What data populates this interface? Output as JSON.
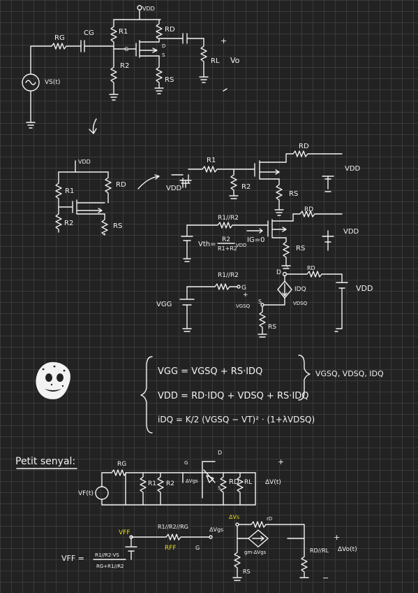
{
  "colors": {
    "background": "#222222",
    "grid": "#3a3a3a",
    "ink": "#f2f2f2",
    "highlight": "#e6d91a"
  },
  "top_circuit": {
    "vdd": "VDD",
    "rg": "RG",
    "cg": "CG",
    "r1": "R1",
    "r2": "R2",
    "rd": "RD",
    "rs": "RS",
    "rl": "RL",
    "g": "G",
    "d": "D",
    "s": "S",
    "vo": "Vo",
    "plus": "+",
    "vs": "VS(t)"
  },
  "dc_circuit": {
    "vdd": "VDD",
    "r1": "R1",
    "r2": "R2",
    "rd": "RD",
    "rs": "RS"
  },
  "dc_split": {
    "vdd_left": "VDD",
    "vdd_right": "VDD",
    "r1": "R1",
    "r2": "R2",
    "rd": "RD",
    "rs": "RS"
  },
  "thevenin": {
    "r1r2": "R1//R2",
    "vth": "Vth=",
    "vth_num": "R2",
    "vth_den": "R1+R2",
    "vth_vdd": "VDD",
    "ig": "IG=0",
    "rd": "RD",
    "rs": "RS",
    "vdd": "VDD"
  },
  "dc_model": {
    "r1r2": "R1//R2",
    "g": "G",
    "d": "D",
    "s": "S",
    "vgg": "VGG",
    "vgsq": "VGSQ",
    "idq": "IDQ",
    "vdsq": "VDSQ",
    "rd": "RD",
    "rs": "RS",
    "vdd": "VDD",
    "plus": "+",
    "minus": "-"
  },
  "equations": {
    "eq1": "VGG = VGSQ + RS·IDQ",
    "eq2": "VDD = RD·IDQ + VDSQ + RS·IDQ",
    "eq3": "iDQ = K/2 (VGSQ − VT)² · (1+λVDSQ)",
    "unknowns": "VGSQ, VDSQ, IDQ"
  },
  "small_signal": {
    "title": "Petit senyal:",
    "rg": "RG",
    "r1": "R1",
    "r2": "R2",
    "rd": "RD",
    "rl": "RL",
    "vf": "VF(t)",
    "out": "ΔV(t)",
    "g": "G",
    "d": "D",
    "s": "S",
    "vgs": "ΔVgs",
    "plus": "+"
  },
  "small_signal_2": {
    "r1r2rg": "R1//R2//RG",
    "rff": "RFF",
    "vff": "VFF",
    "g": "G",
    "vgs": "ΔVgs",
    "vs": "ΔVs",
    "rd": "rD",
    "gm": "gm·ΔVgs",
    "rdrl": "RD//RL",
    "rs": "RS",
    "out": "ΔVo(t)",
    "plus": "+",
    "minus": "−",
    "vff_lhs": "VFF =",
    "vff_num": "R1//R2·VS",
    "vff_den": "RG+R1//R2"
  }
}
